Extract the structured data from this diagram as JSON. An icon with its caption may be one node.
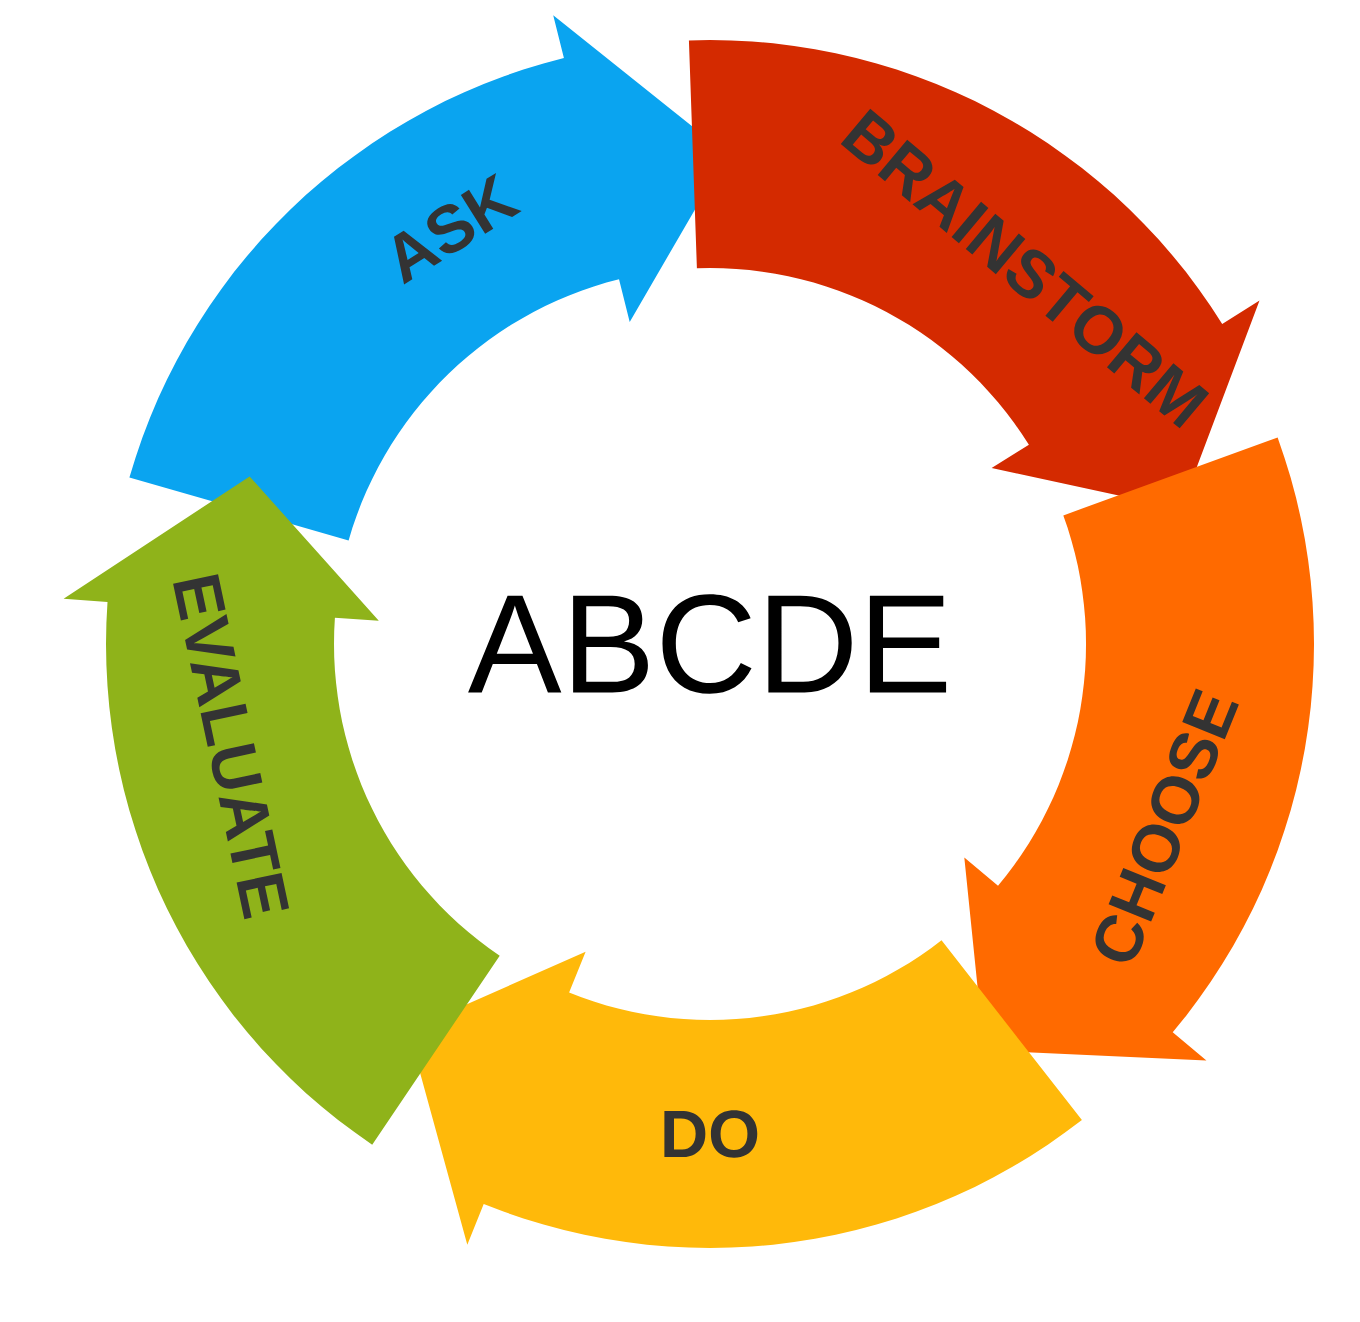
{
  "diagram": {
    "nodes": [
      {
        "text": [
          "ABCDE"
        ]
      },
      {
        "text": [
          "ASK"
        ]
      },
      {
        "text": [
          "BRAINSTORM"
        ]
      },
      {
        "text": [
          "CHOOSE"
        ]
      },
      {
        "text": [
          "DO"
        ]
      },
      {
        "text": [
          "EVALUATE"
        ]
      }
    ]
  }
}
